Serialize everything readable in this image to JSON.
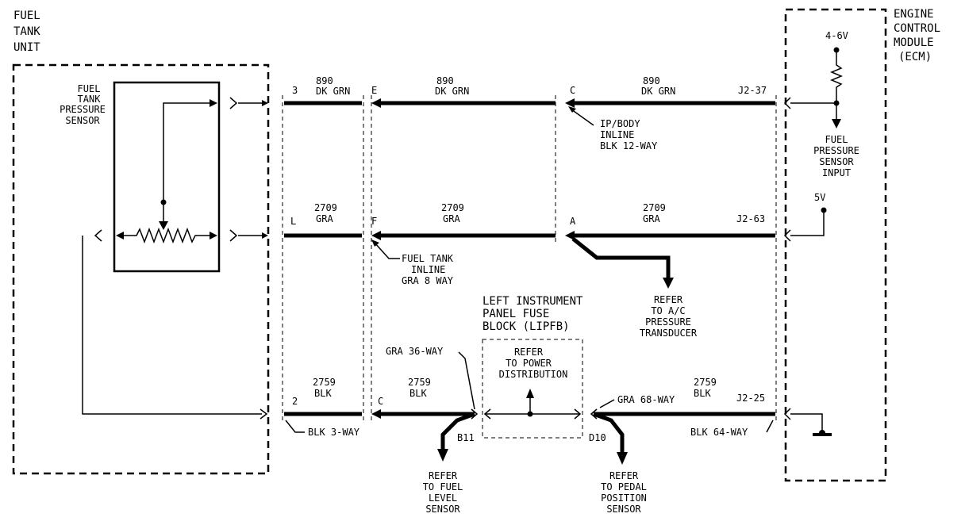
{
  "fuel_tank_unit": {
    "line1": "FUEL",
    "line2": "TANK",
    "line3": "UNIT"
  },
  "ecm": {
    "line1": "ENGINE",
    "line2": "CONTROL",
    "line3": "MODULE",
    "line4": "(ECM)"
  },
  "sensor": {
    "line1": "FUEL",
    "line2": "TANK",
    "line3": "PRESSURE",
    "line4": "SENSOR"
  },
  "circuit_890": {
    "pin_left": "3",
    "pin_e": "E",
    "pin_c": "C",
    "pin_ecm": "J2-37",
    "seg1_num": "890",
    "seg1_color": "DK GRN",
    "seg2_num": "890",
    "seg2_color": "DK GRN",
    "seg3_num": "890",
    "seg3_color": "DK GRN"
  },
  "circuit_2709": {
    "pin_left": "L",
    "pin_f": "F",
    "pin_a": "A",
    "pin_ecm": "J2-63",
    "seg1_num": "2709",
    "seg1_color": "GRA",
    "seg2_num": "2709",
    "seg2_color": "GRA",
    "seg3_num": "2709",
    "seg3_color": "GRA"
  },
  "circuit_2759": {
    "pin_left": "2",
    "pin_c": "C",
    "pin_ecm": "J2-25",
    "seg1_num": "2759",
    "seg1_color": "BLK",
    "seg2_num": "2759",
    "seg2_color": "BLK",
    "seg3_num": "2759",
    "seg3_color": "BLK",
    "pin_b11": "B11",
    "pin_d10": "D10"
  },
  "connectors": {
    "ip_body": {
      "line1": "IP/BODY",
      "line2": "INLINE",
      "line3": "BLK 12-WAY"
    },
    "fuel_tank_inline": {
      "line1": "FUEL TANK",
      "line2": "INLINE",
      "line3": "GRA 8 WAY"
    },
    "gra36": "GRA 36-WAY",
    "gra68": "GRA 68-WAY",
    "blk3": "BLK 3-WAY",
    "blk64": "BLK 64-WAY"
  },
  "lipfb": {
    "line1": "LEFT INSTRUMENT",
    "line2": "PANEL FUSE",
    "line3": "BLOCK (LIPFB)"
  },
  "lipfb_refer": {
    "line1": "REFER",
    "line2": "TO POWER",
    "line3": "DISTRIBUTION"
  },
  "refer_ac": {
    "line1": "REFER",
    "line2": "TO A/C",
    "line3": "PRESSURE",
    "line4": "TRANSDUCER"
  },
  "refer_fuel": {
    "line1": "REFER",
    "line2": "TO FUEL",
    "line3": "LEVEL",
    "line4": "SENSOR"
  },
  "refer_pedal": {
    "line1": "REFER",
    "line2": "TO PEDAL",
    "line3": "POSITION",
    "line4": "SENSOR"
  },
  "ecm_internal": {
    "v_ref": "4-6V",
    "v5": "5V",
    "input_line1": "FUEL",
    "input_line2": "PRESSURE",
    "input_line3": "SENSOR",
    "input_line4": "INPUT"
  }
}
